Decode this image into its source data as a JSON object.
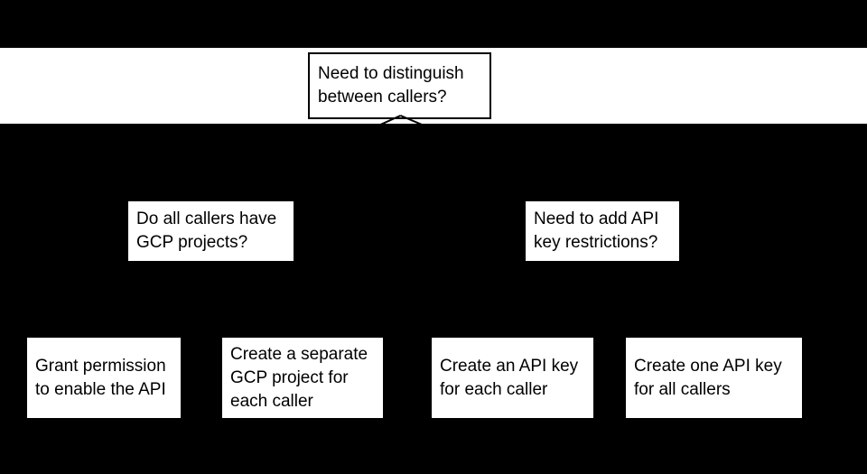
{
  "page": {
    "background_color": "#000000",
    "band_color": "#ffffff",
    "text_color": "#000000",
    "line_color": "#000000"
  },
  "diagram": {
    "root": {
      "label": "Need to distinguish\nbetween callers?"
    },
    "mid": [
      {
        "label": "Do all callers have\nGCP projects?"
      },
      {
        "label": "Need to add API\nkey restrictions?"
      }
    ],
    "leaves": [
      {
        "label": "Grant permission\nto enable the API"
      },
      {
        "label": "Create a separate\nGCP project for\neach caller"
      },
      {
        "label": "Create an API key\nfor each caller"
      },
      {
        "label": "Create one API key\nfor all callers"
      }
    ],
    "edges": [
      {
        "from": "root",
        "to": "mid-left"
      },
      {
        "from": "root",
        "to": "mid-right"
      }
    ]
  }
}
